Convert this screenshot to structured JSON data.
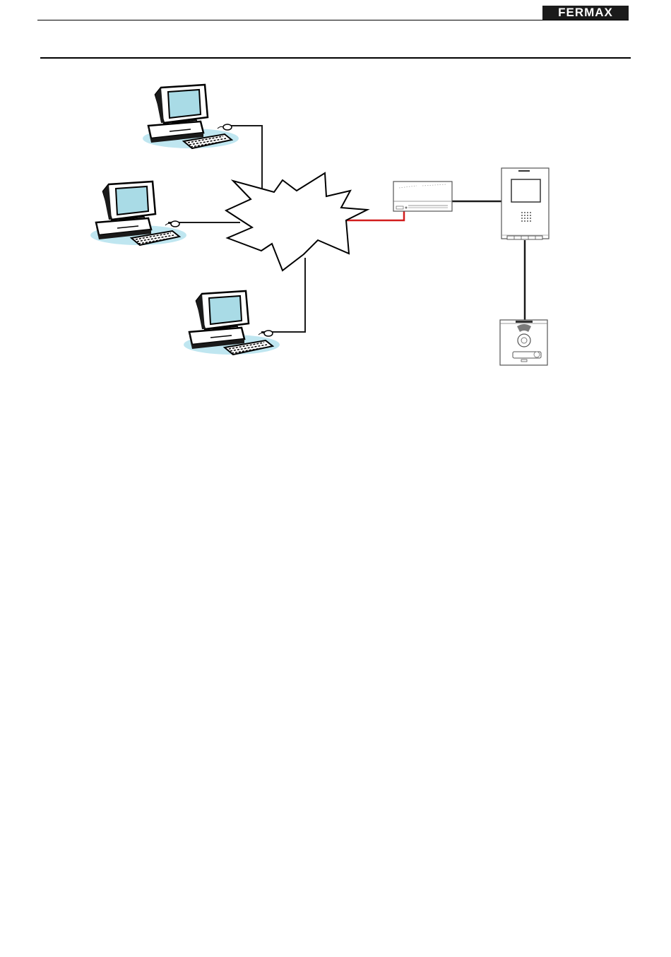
{
  "header": {
    "brand_logo_text": "FERMAX"
  },
  "colors": {
    "monitor_screen": "#a9dbe6",
    "computer_shadow": "#bfe6f0",
    "network_link": "#1a1a1a",
    "adapter_link": "#d21c1c"
  },
  "diagram": {
    "nodes": [
      "computer",
      "computer",
      "computer",
      "network-cloud",
      "network-adapter",
      "video-monitor",
      "door-panel"
    ],
    "icons": [
      "computer-icon",
      "starburst-network-icon",
      "adapter-box-icon",
      "video-monitor-icon",
      "door-panel-icon"
    ]
  }
}
